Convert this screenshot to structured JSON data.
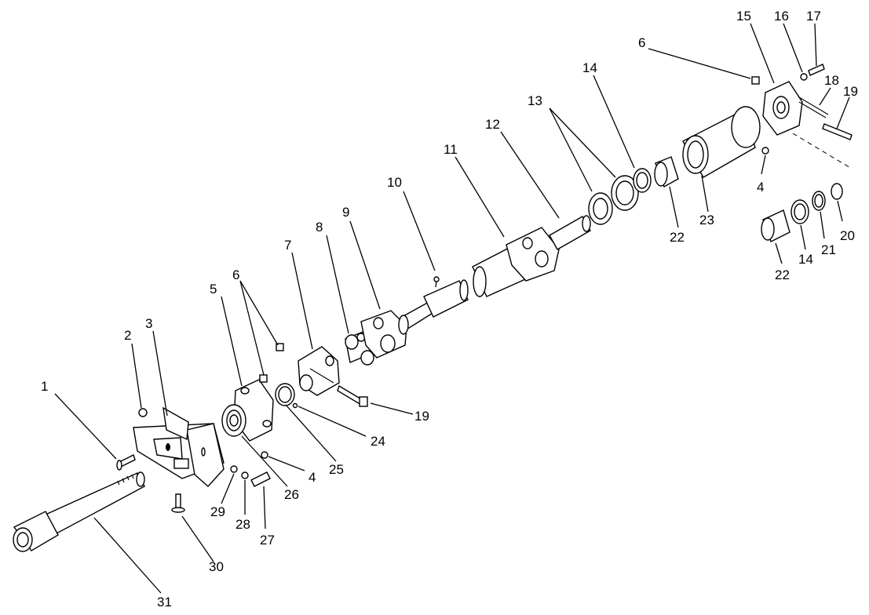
{
  "callouts": [
    {
      "id": "c1",
      "text": "1"
    },
    {
      "id": "c2",
      "text": "2"
    },
    {
      "id": "c3",
      "text": "3"
    },
    {
      "id": "c4a",
      "text": "4"
    },
    {
      "id": "c4b",
      "text": "4"
    },
    {
      "id": "c5",
      "text": "5"
    },
    {
      "id": "c6a",
      "text": "6"
    },
    {
      "id": "c6b",
      "text": "6"
    },
    {
      "id": "c7",
      "text": "7"
    },
    {
      "id": "c8",
      "text": "8"
    },
    {
      "id": "c9",
      "text": "9"
    },
    {
      "id": "c10",
      "text": "10"
    },
    {
      "id": "c11",
      "text": "11"
    },
    {
      "id": "c12",
      "text": "12"
    },
    {
      "id": "c13",
      "text": "13"
    },
    {
      "id": "c14a",
      "text": "14"
    },
    {
      "id": "c14b",
      "text": "14"
    },
    {
      "id": "c15",
      "text": "15"
    },
    {
      "id": "c16",
      "text": "16"
    },
    {
      "id": "c17",
      "text": "17"
    },
    {
      "id": "c18",
      "text": "18"
    },
    {
      "id": "c19a",
      "text": "19"
    },
    {
      "id": "c19b",
      "text": "19"
    },
    {
      "id": "c20",
      "text": "20"
    },
    {
      "id": "c21",
      "text": "21"
    },
    {
      "id": "c22a",
      "text": "22"
    },
    {
      "id": "c22b",
      "text": "22"
    },
    {
      "id": "c23",
      "text": "23"
    },
    {
      "id": "c24",
      "text": "24"
    },
    {
      "id": "c25",
      "text": "25"
    },
    {
      "id": "c26",
      "text": "26"
    },
    {
      "id": "c27",
      "text": "27"
    },
    {
      "id": "c28",
      "text": "28"
    },
    {
      "id": "c29",
      "text": "29"
    },
    {
      "id": "c30",
      "text": "30"
    },
    {
      "id": "c31",
      "text": "31"
    }
  ]
}
